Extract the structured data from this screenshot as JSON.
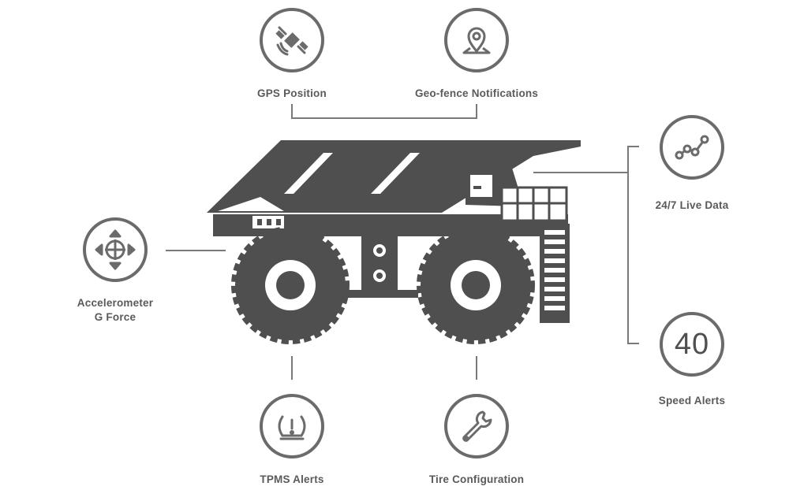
{
  "features": {
    "gps": {
      "label": "GPS Position",
      "icon": "satellite-icon"
    },
    "geofence": {
      "label": "Geo-fence Notifications",
      "icon": "map-pin-icon"
    },
    "live_data": {
      "label": "24/7 Live Data",
      "icon": "line-graph-icon"
    },
    "speed": {
      "label": "Speed Alerts",
      "icon": "speedometer-value",
      "value": "40"
    },
    "accelerometer": {
      "label_line1": "Accelerometer",
      "label_line2": "G Force",
      "icon": "crosshair-arrows-icon"
    },
    "tpms": {
      "label": "TPMS Alerts",
      "icon": "tire-pressure-warning-icon"
    },
    "tire_config": {
      "label": "Tire Configuration",
      "icon": "wrench-icon"
    }
  },
  "colors": {
    "icon_gray": "#6b6b6b",
    "truck_gray": "#4f4f4f",
    "line_gray": "#7a7a7a"
  },
  "illustration": {
    "subject": "mining-haul-truck-icon"
  }
}
